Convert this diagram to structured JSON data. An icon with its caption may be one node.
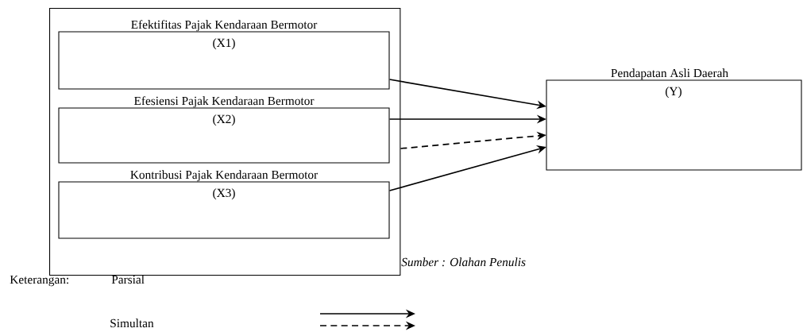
{
  "diagram": {
    "nodes": [
      {
        "text": [],
        "shape": "box"
      },
      {
        "text": [
          "Efektifitas Pajak Kendaraan Bermotor",
          "(X1)"
        ],
        "in": 0
      },
      {
        "text": [
          "Efesiensi Pajak Kendaraan Bermotor",
          "(X2)"
        ],
        "in": 0
      },
      {
        "text": [
          "Kontribusi Pajak Kendaraan Bermotor",
          "(X3)"
        ],
        "in": 0
      },
      {
        "text": [
          "Pendapatan Asli Daerah",
          "(Y)"
        ]
      }
    ],
    "edges": [
      {
        "from": 1,
        "to": 4,
        "arrow": "to"
      },
      {
        "from": 2,
        "to": 4,
        "arrow": "to"
      },
      {
        "from": 0,
        "to": 4,
        "arrow": "to",
        "style": "dashed"
      },
      {
        "from": 3,
        "to": 4,
        "arrow": "to"
      }
    ],
    "labels": [
      "Sumber : Olahan Penulis",
      "Keterangan:"
    ],
    "legend": [
      {
        "text": "Parsial"
      },
      {
        "text": "Simultan"
      }
    ]
  }
}
